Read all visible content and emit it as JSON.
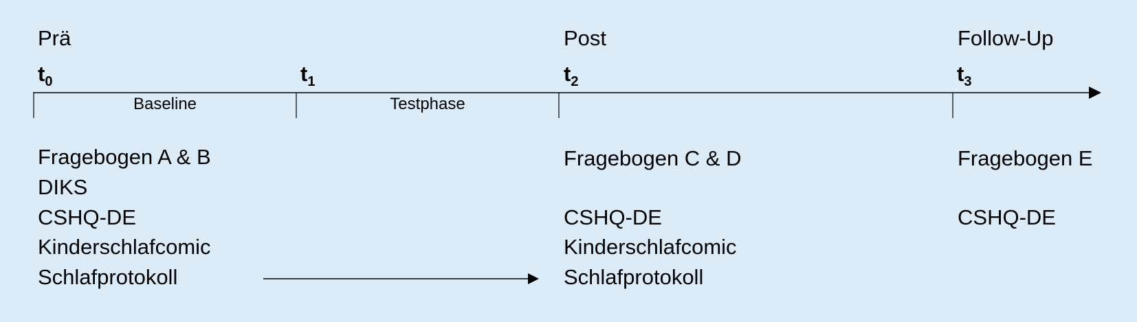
{
  "phases": {
    "pre": "Prä",
    "post": "Post",
    "followup": "Follow-Up"
  },
  "timepoints": {
    "t0": {
      "base": "t",
      "sub": "0"
    },
    "t1": {
      "base": "t",
      "sub": "1"
    },
    "t2": {
      "base": "t",
      "sub": "2"
    },
    "t3": {
      "base": "t",
      "sub": "3"
    }
  },
  "segments": {
    "baseline": "Baseline",
    "testphase": "Testphase"
  },
  "instruments": {
    "pre": [
      "Fragebogen A & B",
      "DIKS",
      "CSHQ-DE",
      "Kinderschlafcomic",
      "Schlafprotokoll"
    ],
    "post": [
      "Fragebogen  C & D",
      "",
      "CSHQ-DE",
      "Kinderschlafcomic",
      "Schlafprotokoll"
    ],
    "followup": [
      "Fragebogen E",
      "",
      "CSHQ-DE"
    ]
  },
  "colors": {
    "background": "#dcebf8",
    "line": "#000000"
  }
}
